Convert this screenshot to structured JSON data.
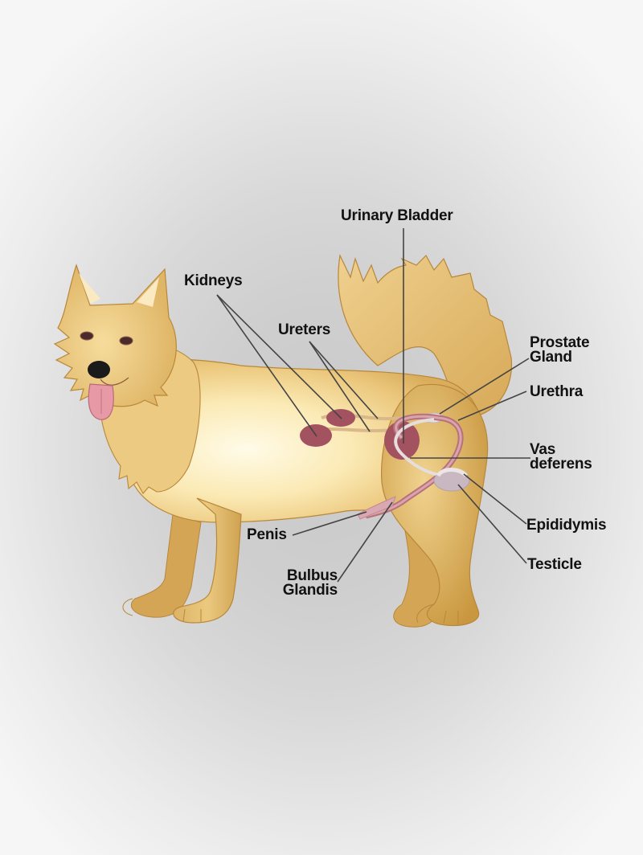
{
  "diagram": {
    "subject": "Male dog urinary and reproductive anatomy",
    "colors": {
      "background_center": "#c9c9c9",
      "background_edge": "#f6f6f6",
      "fur": "#e8c57a",
      "fur_shadow": "#c99a45",
      "belly_highlight": "#fff6d8",
      "organ": "#a3525f",
      "duct": "#d9b98a",
      "urethra_tube": "#e6dede",
      "testicle": "#c9b8c2",
      "leader_line": "#444444",
      "label_text": "#111111"
    },
    "labels": [
      {
        "id": "urinary-bladder",
        "lines": [
          "Urinary Bladder"
        ]
      },
      {
        "id": "kidneys",
        "lines": [
          "Kidneys"
        ]
      },
      {
        "id": "ureters",
        "lines": [
          "Ureters"
        ]
      },
      {
        "id": "prostate-gland",
        "lines": [
          "Prostate",
          "Gland"
        ]
      },
      {
        "id": "urethra",
        "lines": [
          "Urethra"
        ]
      },
      {
        "id": "vas-deferens",
        "lines": [
          "Vas",
          "deferens"
        ]
      },
      {
        "id": "epididymis",
        "lines": [
          "Epididymis"
        ]
      },
      {
        "id": "testicle",
        "lines": [
          "Testicle"
        ]
      },
      {
        "id": "penis",
        "lines": [
          "Penis"
        ]
      },
      {
        "id": "bulbus-glandis",
        "lines": [
          "Bulbus",
          "Glandis"
        ]
      }
    ]
  }
}
